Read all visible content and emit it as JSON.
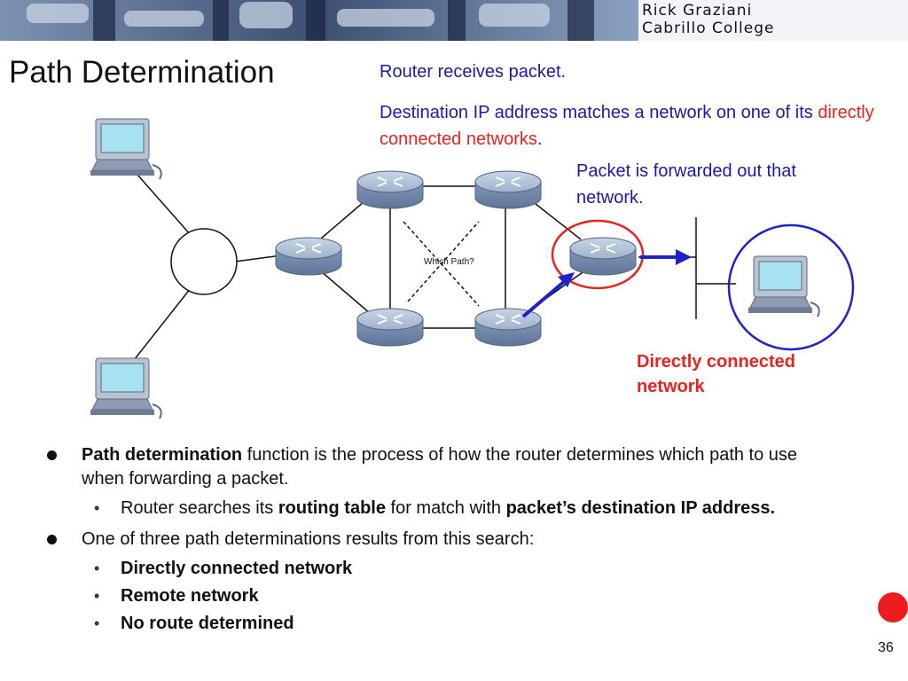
{
  "header": {
    "author_line1": "Rick Graziani",
    "author_line2": "Cabrillo College"
  },
  "title": "Path Determination",
  "notes": {
    "receives": "Router receives packet.",
    "match_part1": "Destination IP address matches a network on one of its",
    "match_highlight": "directly connected networks",
    "match_end": ".",
    "forwarded": "Packet is forwarded out that network."
  },
  "diagram": {
    "center_label": "Which Path?",
    "dcn_label": "Directly connected network",
    "colors": {
      "highlight": "#e8231f",
      "arrow": "#1f22c8",
      "router": "#93a7c4"
    }
  },
  "bullets": {
    "b1_bold": "Path determination",
    "b1_text": " function is the process of how the router determines which path to use when forwarding a packet.",
    "b1_sub_prefix": "Router searches its ",
    "b1_sub_bold1": "routing table",
    "b1_sub_mid": " for match with ",
    "b1_sub_bold2": "packet’s destination IP address.",
    "b2_text": "One of three path determinations results from this search:",
    "results": [
      "Directly connected network",
      "Remote network",
      "No route determined"
    ]
  },
  "page_number": "36"
}
